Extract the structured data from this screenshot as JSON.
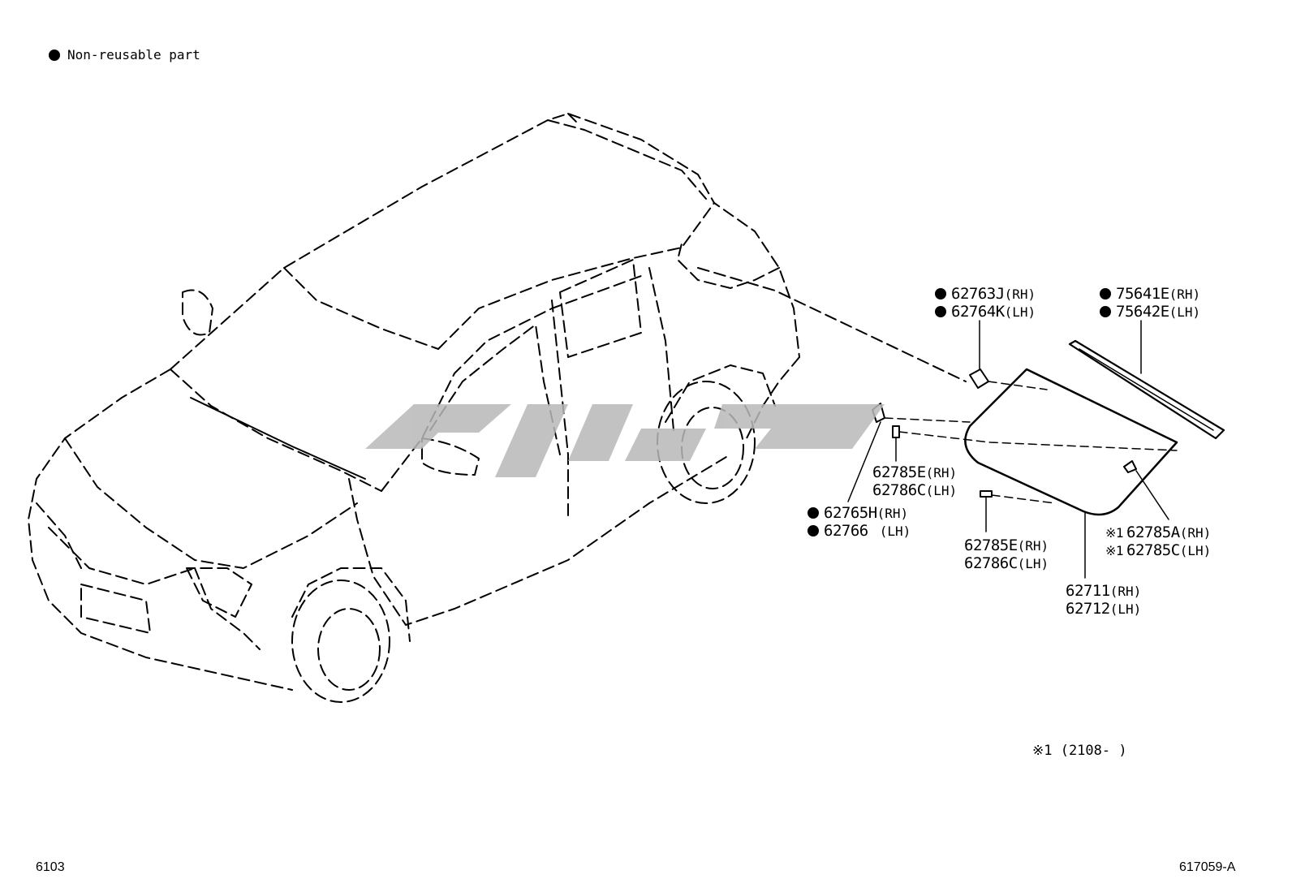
{
  "legend": {
    "text": "Non-reusable part"
  },
  "labels": [
    {
      "id": "62763J",
      "non_reusable": true,
      "side": "(RH)"
    },
    {
      "id": "62764K",
      "non_reusable": true,
      "side": "(LH)"
    },
    {
      "id": "75641E",
      "non_reusable": true,
      "side": "(RH)"
    },
    {
      "id": "75642E",
      "non_reusable": true,
      "side": "(LH)"
    },
    {
      "id": "62785E",
      "non_reusable": false,
      "side": "(RH)"
    },
    {
      "id": "62786C",
      "non_reusable": false,
      "side": "(LH)"
    },
    {
      "id": "62765H",
      "non_reusable": true,
      "side": "(RH)"
    },
    {
      "id": "62766",
      "non_reusable": true,
      "side": "(LH)"
    },
    {
      "id": "62785E",
      "non_reusable": false,
      "side": "(RH)"
    },
    {
      "id": "62786C",
      "non_reusable": false,
      "side": "(LH)"
    },
    {
      "id": "62785A",
      "non_reusable": false,
      "mark": "※1",
      "side": "(RH)"
    },
    {
      "id": "62785C",
      "non_reusable": false,
      "mark": "※1",
      "side": "(LH)"
    },
    {
      "id": "62711",
      "non_reusable": false,
      "side": "(RH)"
    },
    {
      "id": "62712",
      "non_reusable": false,
      "side": "(LH)"
    }
  ],
  "note": {
    "text": "※1 (2108-     )"
  },
  "footer": {
    "left": "6103",
    "right": "617059-A"
  }
}
